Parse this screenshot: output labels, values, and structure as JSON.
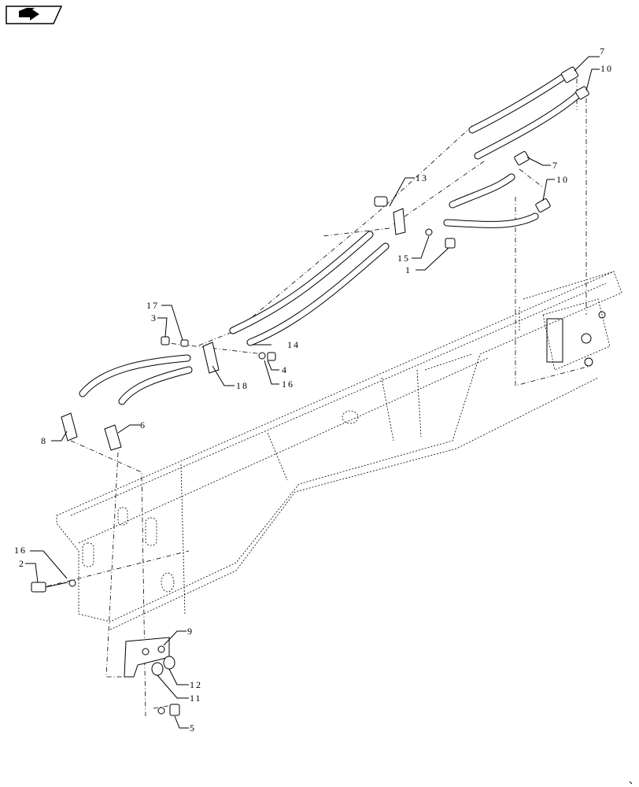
{
  "nav": {
    "icon": "next-page-arrow-icon"
  },
  "callouts": [
    {
      "id": "c1",
      "label": "1"
    },
    {
      "id": "c2",
      "label": "2"
    },
    {
      "id": "c3",
      "label": "3"
    },
    {
      "id": "c4",
      "label": "4"
    },
    {
      "id": "c5",
      "label": "5"
    },
    {
      "id": "c6",
      "label": "6"
    },
    {
      "id": "c7a",
      "label": "7"
    },
    {
      "id": "c7b",
      "label": "7"
    },
    {
      "id": "c8",
      "label": "8"
    },
    {
      "id": "c9",
      "label": "9"
    },
    {
      "id": "c10a",
      "label": "10"
    },
    {
      "id": "c10b",
      "label": "10"
    },
    {
      "id": "c11",
      "label": "11"
    },
    {
      "id": "c12",
      "label": "12"
    },
    {
      "id": "c13",
      "label": "13"
    },
    {
      "id": "c14",
      "label": "14"
    },
    {
      "id": "c15",
      "label": "15"
    },
    {
      "id": "c16a",
      "label": "16"
    },
    {
      "id": "c16b",
      "label": "16"
    },
    {
      "id": "c17",
      "label": "17"
    },
    {
      "id": "c18",
      "label": "18"
    }
  ]
}
